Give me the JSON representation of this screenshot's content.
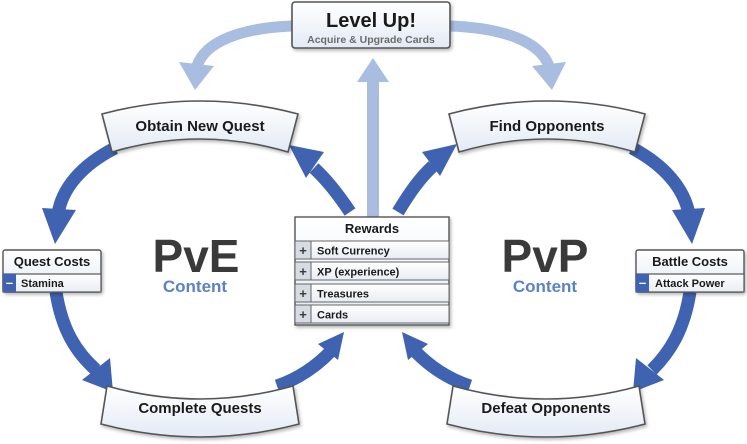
{
  "level_up": {
    "title": "Level Up!",
    "subtitle": "Acquire & Upgrade Cards"
  },
  "pve": {
    "big": "PvE",
    "small": "Content",
    "obtain": "Obtain New Quest",
    "complete": "Complete Quests",
    "costs_title": "Quest Costs",
    "costs_item": "Stamina"
  },
  "pvp": {
    "big": "PvP",
    "small": "Content",
    "find": "Find Opponents",
    "defeat": "Defeat Opponents",
    "costs_title": "Battle Costs",
    "costs_item": "Attack Power"
  },
  "rewards": {
    "title": "Rewards",
    "items": [
      "Soft Currency",
      "XP (experience)",
      "Treasures",
      "Cards"
    ]
  },
  "glyphs": {
    "plus": "+",
    "minus": "–"
  },
  "colors": {
    "arrow_dark": "#3f63b0",
    "arrow_light": "#a9bde0",
    "box_fill": "#edf2f9",
    "content_blue": "#5b82c5",
    "big_text": "#3a3a3a"
  }
}
